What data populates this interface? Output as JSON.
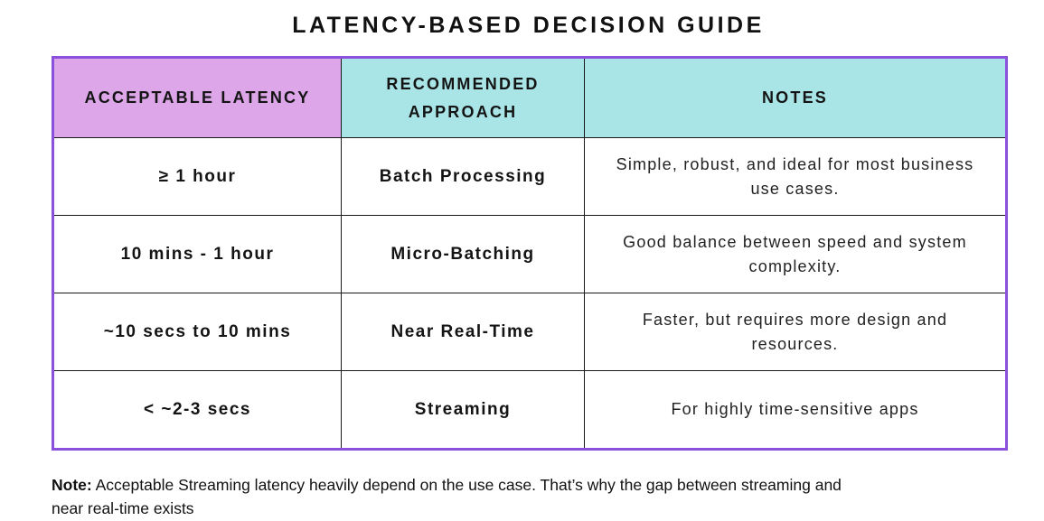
{
  "chart_data": {
    "type": "table",
    "title": "LATENCY-BASED DECISION GUIDE",
    "columns": [
      "ACCEPTABLE LATENCY",
      "RECOMMENDED APPROACH",
      "NOTES"
    ],
    "rows": [
      [
        "≥ 1 hour",
        "Batch Processing",
        "Simple, robust, and ideal for most business use cases."
      ],
      [
        "10 mins - 1 hour",
        "Micro-Batching",
        "Good balance between speed and system complexity."
      ],
      [
        "~10 secs to 10 mins",
        "Near Real-Time",
        "Faster, but requires more design and resources."
      ],
      [
        "< ~2-3 secs",
        "Streaming",
        "For highly time-sensitive apps"
      ]
    ],
    "layout_hints": {
      "header_bg_col1": "#DCA6E8",
      "header_bg_col2_col3": "#A9E4E6",
      "outer_border_color": "#8B50DC",
      "inner_border_color": "#1A1A1A",
      "grid": true
    }
  },
  "footnote": {
    "label": "Note:",
    "line1": " Acceptable Streaming latency heavily depend on the use case. That’s why the gap between streaming and",
    "line2": "near real-time exists"
  },
  "colors": {
    "latency_header_bg": "#DCA6E8",
    "approach_header_bg": "#A9E4E6",
    "notes_header_bg": "#A9E4E6",
    "outer_border": "#8B50DC",
    "inner_border": "#1A1A1A",
    "text": "#141414",
    "background": "#FFFFFF"
  }
}
